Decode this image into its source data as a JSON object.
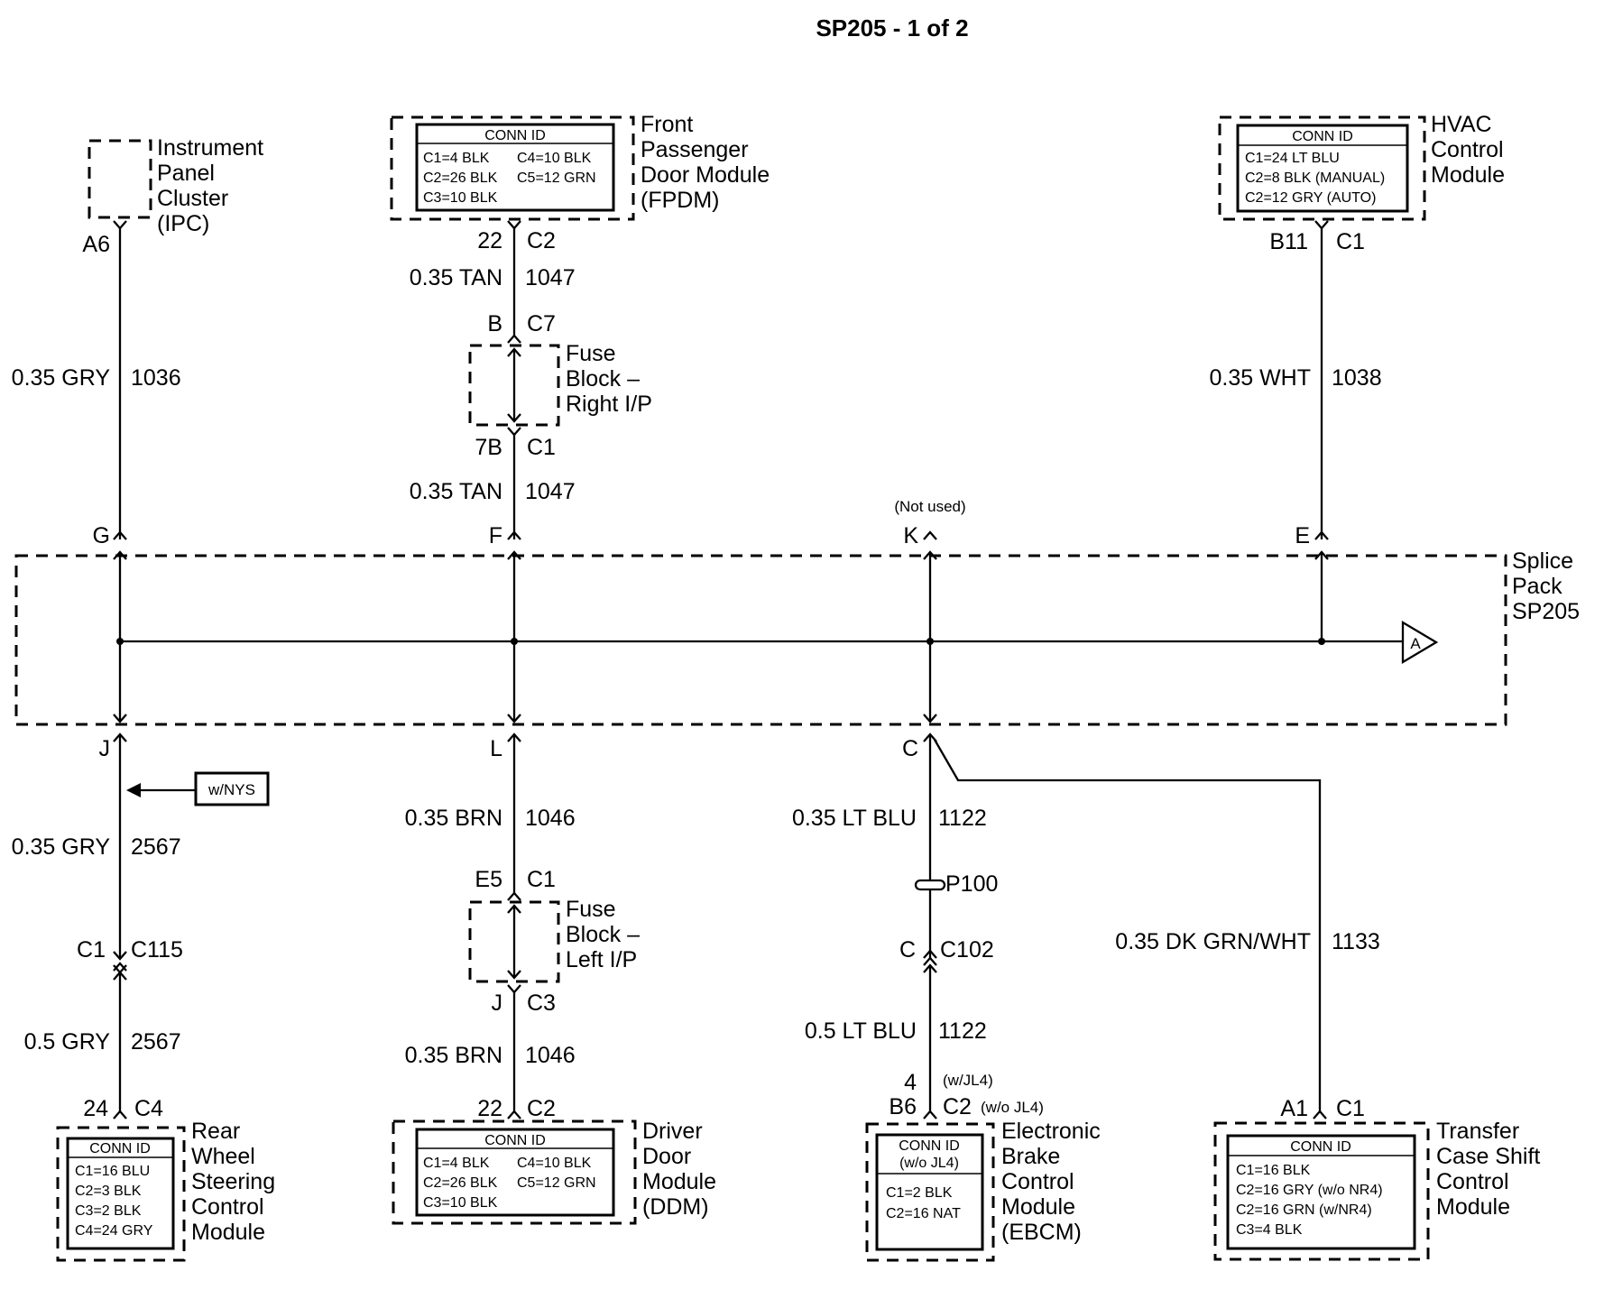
{
  "title": "SP205 - 1 of 2",
  "splice_pack": [
    "Splice",
    "Pack",
    "SP205"
  ],
  "offpage_connector": "A",
  "not_used": "(Not used)",
  "wnys": "w/NYS",
  "conn_id": "CONN ID",
  "ipc": {
    "label": [
      "Instrument",
      "Panel",
      "Cluster",
      "(IPC)"
    ],
    "pin": "A6",
    "wire": "0.35 GRY",
    "circuit": "1036",
    "splice_pin": "G"
  },
  "fpdm": {
    "label": [
      "Front",
      "Passenger",
      "Door Module",
      "(FPDM)"
    ],
    "conn": [
      [
        "C1=4 BLK",
        "C4=10 BLK"
      ],
      [
        "C2=26 BLK",
        "C5=12 GRN"
      ],
      [
        "C3=10 BLK",
        ""
      ]
    ],
    "pin": "22",
    "connector": "C2",
    "wire1": "0.35 TAN",
    "circuit1": "1047",
    "fuse_in_pin": "B",
    "fuse_in_conn": "C7",
    "fuse_label": [
      "Fuse",
      "Block –",
      "Right I/P"
    ],
    "fuse_out_pin": "7B",
    "fuse_out_conn": "C1",
    "wire2": "0.35 TAN",
    "circuit2": "1047",
    "splice_pin": "F"
  },
  "unused_pin": "K",
  "hvac": {
    "label": [
      "HVAC",
      "Control",
      "Module"
    ],
    "conn": [
      "C1=24 LT BLU",
      "C2=8 BLK (MANUAL)",
      "C2=12 GRY (AUTO)"
    ],
    "pin": "B11",
    "connector": "C1",
    "wire": "0.35 WHT",
    "circuit": "1038",
    "splice_pin": "E"
  },
  "rwsc": {
    "splice_pin": "J",
    "wire1": "0.35 GRY",
    "circuit1": "2567",
    "inline_pin": "C1",
    "inline_conn": "C115",
    "wire2": "0.5 GRY",
    "circuit2": "2567",
    "pin": "24",
    "connector": "C4",
    "conn": [
      "C1=16 BLU",
      "C2=3 BLK",
      "C3=2 BLK",
      "C4=24 GRY"
    ],
    "label": [
      "Rear",
      "Wheel",
      "Steering",
      "Control",
      "Module"
    ]
  },
  "ddm": {
    "splice_pin": "L",
    "wire1": "0.35 BRN",
    "circuit1": "1046",
    "fuse_in_pin": "E5",
    "fuse_in_conn": "C1",
    "fuse_label": [
      "Fuse",
      "Block –",
      "Left I/P"
    ],
    "fuse_out_pin": "J",
    "fuse_out_conn": "C3",
    "wire2": "0.35 BRN",
    "circuit2": "1046",
    "pin": "22",
    "connector": "C2",
    "conn": [
      [
        "C1=4 BLK",
        "C4=10 BLK"
      ],
      [
        "C2=26 BLK",
        "C5=12 GRN"
      ],
      [
        "C3=10 BLK",
        ""
      ]
    ],
    "label": [
      "Driver",
      "Door",
      "Module",
      "(DDM)"
    ]
  },
  "ebcm": {
    "splice_pin": "C",
    "wire1": "0.35 LT BLU",
    "circuit1": "1122",
    "passthru": "P100",
    "inline_pin": "C",
    "inline_conn": "C102",
    "wire2": "0.5 LT BLU",
    "circuit2": "1122",
    "pin_a": "4",
    "pin_a_note": "(w/JL4)",
    "pin_b": "B6",
    "connector": "C2",
    "connector_note": "(w/o JL4)",
    "conn_note": "(w/o JL4)",
    "conn": [
      "C1=2 BLK",
      "C2=16 NAT"
    ],
    "label": [
      "Electronic",
      "Brake",
      "Control",
      "Module",
      "(EBCM)"
    ]
  },
  "tcscm": {
    "wire": "0.35 DK GRN/WHT",
    "circuit": "1133",
    "pin": "A1",
    "connector": "C1",
    "conn": [
      "C1=16 BLK",
      "C2=16 GRY (w/o NR4)",
      "C2=16 GRN (w/NR4)",
      "C3=4 BLK"
    ],
    "label": [
      "Transfer",
      "Case Shift",
      "Control",
      "Module"
    ]
  }
}
